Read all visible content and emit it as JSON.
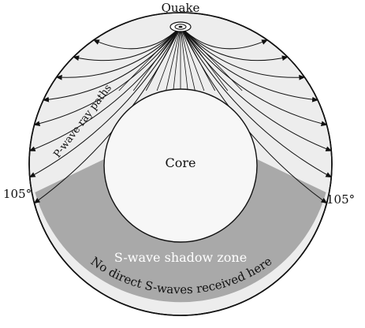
{
  "labels": {
    "quake": "Quake",
    "core": "Core",
    "p_wave_ray_paths": "P-wave ray paths",
    "angle_left": "105°",
    "angle_right": "105°",
    "shadow_zone": "S-wave shadow zone",
    "no_direct": "No direct S-waves received here"
  },
  "colors": {
    "background": "#ffffff",
    "mantle": "#ededed",
    "shadow_zone": "#a9a9a9",
    "core": "#f7f7f7",
    "lines": "#111111"
  }
}
